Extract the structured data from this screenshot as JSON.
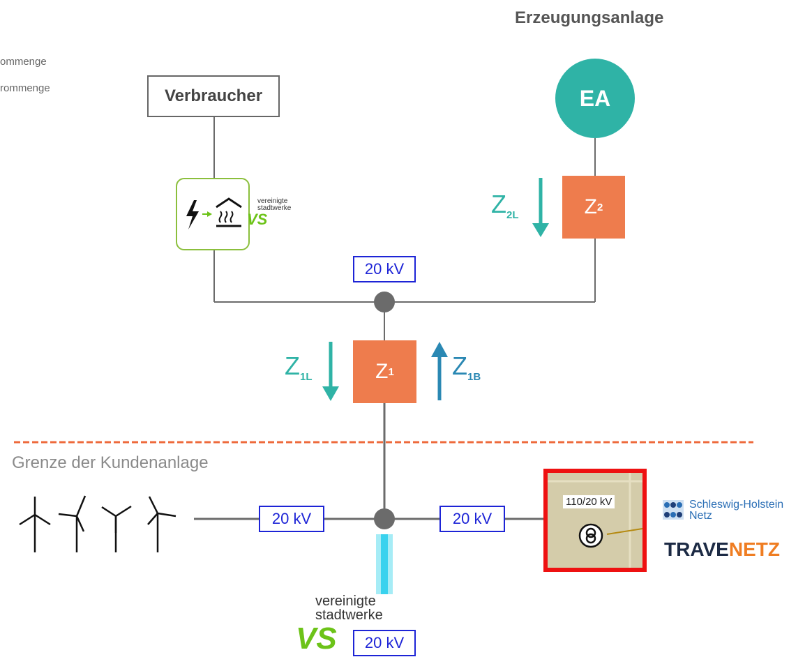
{
  "header": {
    "title": "Erzeugungsanlage",
    "legend_line_1": "ommenge",
    "legend_line_2": "rommenge"
  },
  "consumer": {
    "label": "Verbraucher"
  },
  "generator": {
    "label": "EA"
  },
  "meters": {
    "z2": {
      "main": "Z",
      "sub": "2"
    },
    "z1": {
      "main": "Z",
      "sub": "1"
    },
    "z2l": {
      "main": "Z",
      "sub": "2L"
    },
    "z1l": {
      "main": "Z",
      "sub": "1L"
    },
    "z1b": {
      "main": "Z",
      "sub": "1B"
    }
  },
  "voltage_labels": {
    "top_bus": "20 kV",
    "left_line": "20 kV",
    "right_line": "20 kV",
    "bottom": "20 kV"
  },
  "boundary": {
    "label": "Grenze der Kundenanlage"
  },
  "heatpump_logo": {
    "line_1": "vereinigte",
    "line_2": "stadtwerke",
    "mark": "VS"
  },
  "vs_bottom": {
    "line_1": "vereinigte",
    "line_2": "stadtwerke",
    "mark": "VS"
  },
  "transformer": {
    "label": "110/20 kV"
  },
  "operators": {
    "shn_line_1": "Schleswig-Holstein",
    "shn_line_2": "Netz",
    "travenetz_part_1": "TRAVE",
    "travenetz_part_2": "NETZ"
  },
  "colors": {
    "teal": "#2fb3a6",
    "meter_orange": "#ee7c4d",
    "line_gray": "#6b6b6b",
    "kv_blue": "#1d24d6",
    "boundary_orange": "#ee6a3c",
    "highlight_red": "#ee1111",
    "vs_green": "#6cc318",
    "travenetz_navy": "#1c2a44",
    "travenetz_orange": "#ef7d22"
  }
}
